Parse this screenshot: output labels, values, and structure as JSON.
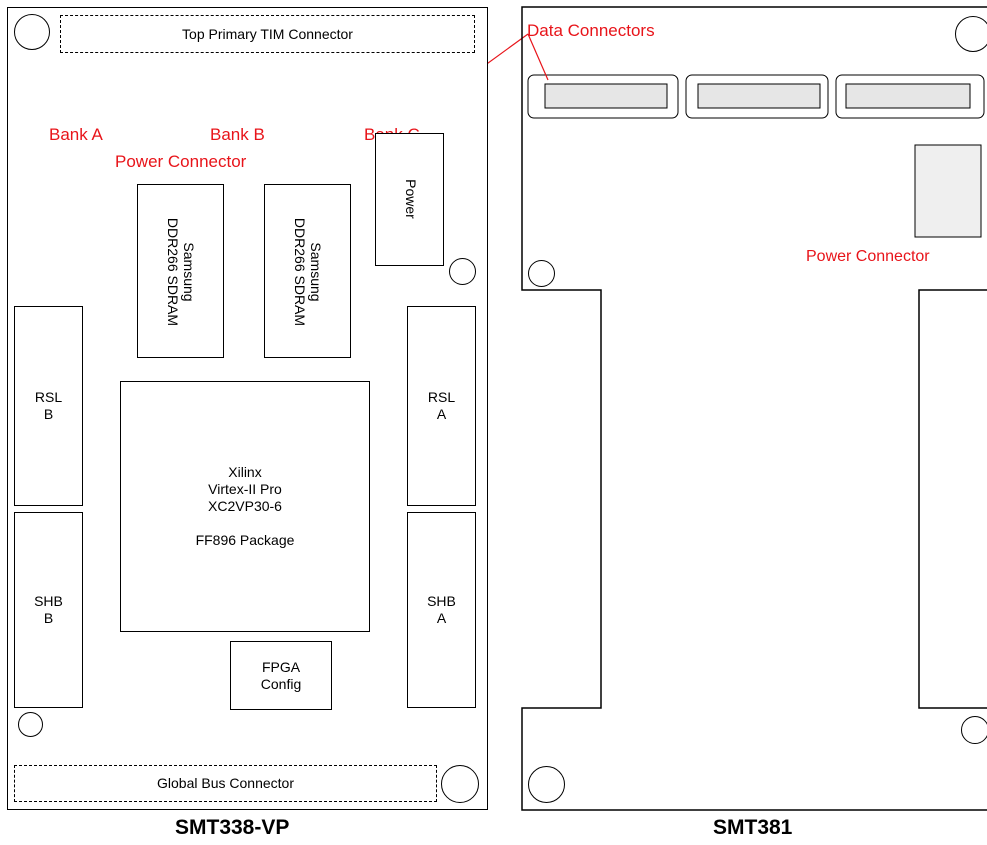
{
  "left_board": {
    "caption": "SMT338-VP",
    "top_connector": "Top Primary TIM Connector",
    "bank_a": "Bank A",
    "bank_b": "Bank B",
    "bank_c": "Bank C",
    "power_connector": "Power Connector",
    "sdram_1": "Samsung\nDDR266 SDRAM",
    "sdram_2": "Samsung\nDDR266 SDRAM",
    "power_box": "Power",
    "rsl_b": "RSL\nB",
    "rsl_a": "RSL\nA",
    "shb_b": "SHB\nB",
    "shb_a": "SHB\nA",
    "fpga": "Xilinx\nVirtex-II Pro\nXC2VP30-6\n\nFF896 Package",
    "fpga_config": "FPGA\nConfig",
    "global_bus": "Global Bus Connector"
  },
  "right_board": {
    "caption": "SMT381",
    "data_connectors": "Data Connectors",
    "power_connector": "Power Connector"
  },
  "colors": {
    "annotation": "#e8141a",
    "outline": "#000000"
  }
}
